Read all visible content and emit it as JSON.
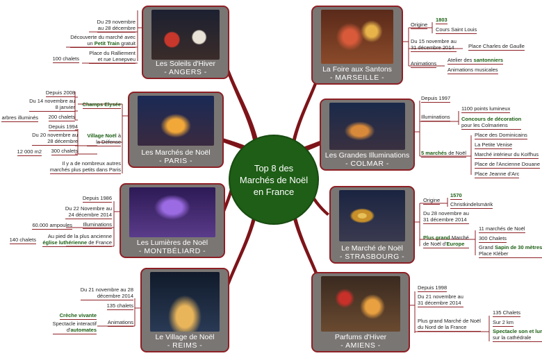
{
  "center": {
    "line1": "Top 8 des",
    "line2": "Marchés de Noël",
    "line3": "en France"
  },
  "angers": {
    "title": "Les Soleils d'Hiver",
    "sub": "- ANGERS -",
    "date1": "Du 29 novembre",
    "date2": "au 28 décembre",
    "disc1": "Découverte du marché avec",
    "disc2a": "un ",
    "disc2b": "Petit Train",
    "disc2c": " gratuit",
    "place1": "Place du Ralliement",
    "place2": "et rue Lenepveu",
    "chalets": "100 chalets"
  },
  "paris": {
    "title": "Les Marchés de Noël",
    "sub": "- PARIS -",
    "ce": "Champs Elysée",
    "ce_since": "Depuis 2008",
    "ce_d1": "Du 14 novembre au",
    "ce_d2": "8 janvier",
    "ce_chalets": "200 chalets",
    "ce_trees": "arbres illuminés",
    "vn_a": "Village Noël",
    "vn_b": " à",
    "vn2": "la Défense",
    "vn_since": "Depuis 1994",
    "vn_d1": "Du 20 novembre au",
    "vn_d2": "28 décembre",
    "vn_m2": "12 000 m2",
    "vn_chalets": "300 chalets",
    "other1": "Il y a de nombreux autres",
    "other2": "marchés plus petits dans Paris"
  },
  "montbeliard": {
    "title": "Les Lumières de Noël",
    "sub": "- MONTBÉLIARD -",
    "since": "Depuis 1986",
    "d1": "Du 22 Novembre au",
    "d2": "24 décembre 2014",
    "lights": "60.000 ampoules",
    "illum": "Illuminations",
    "chalets": "140 chalets",
    "foot1": "Au pied de la plus ancienne",
    "foot2a": "église luthérienne",
    "foot2b": " de France"
  },
  "reims": {
    "title": "Le Village de Noël",
    "sub": "- REIMS -",
    "d1": "Du 21 novembre au 28",
    "d2": "décembre 2014",
    "chalets": "135 chalets",
    "creche": "Crèche vivante",
    "show1": "Spectacle interactif",
    "show2a": "d'",
    "show2b": "automates",
    "anim": "Animations"
  },
  "marseille": {
    "title": "La Foire aux Santons",
    "sub": "- MARSEILLE -",
    "origine": "Origine",
    "year": "1803",
    "place_orig": "Cours Saint Louis",
    "d1": "Du 15 novembre au",
    "d2": "31 décembre 2014",
    "place": "Place Charles de Gaulle",
    "anim": "Animations",
    "atelier_a": "Atelier des ",
    "atelier_b": "santonniers",
    "musical": "Animations musicales"
  },
  "colmar": {
    "title": "Les Grandes Illuminations",
    "sub": "- COLMAR -",
    "since": "Depuis 1997",
    "illum": "Illuminations",
    "points": "1100 points lumineux",
    "contest1": "Concours de décoration",
    "contest2": "pour les Colmariens",
    "markets_a": "5 marchés",
    "markets_b": " de Noël",
    "m1": "Place des Dominicains",
    "m2": "La Petite Venise",
    "m3": "Marché intérieur du Koïfhus",
    "m4": "Place de l'Ancienne Douane",
    "m5": "Place Jeanne d'Arc"
  },
  "strasbourg": {
    "title": "Le Marché de Noël",
    "sub": "- STRASBOURG -",
    "origine": "Origine",
    "year": "1570",
    "christ": "Christkindelsmärik",
    "d1": "Du 28 novembre au",
    "d2": "31 décembre 2014",
    "big1a": "Plus grand",
    "big1b": " Marché",
    "big2a": "de Noël d'",
    "big2b": "Europe",
    "markets": "11 marchés de Noël",
    "chalets": "300 Chalets",
    "tree1a": "Grand ",
    "tree1b": "Sapin de 30 mètres",
    "tree2": "Place Kléber"
  },
  "amiens": {
    "title": "Parfums d'Hiver",
    "sub": "- AMIENS -",
    "since": "Depuis 1998",
    "d1": "Du 21 novembre au",
    "d2": "31 décembre 2014",
    "big1": "Plus grand Marché de Noël",
    "big2": "du Nord de la France",
    "chalets": "135 Chalets",
    "km": "Sur 2 km",
    "show1": "Spectacle son et lumière",
    "show2": "sur la cathédrale"
  }
}
